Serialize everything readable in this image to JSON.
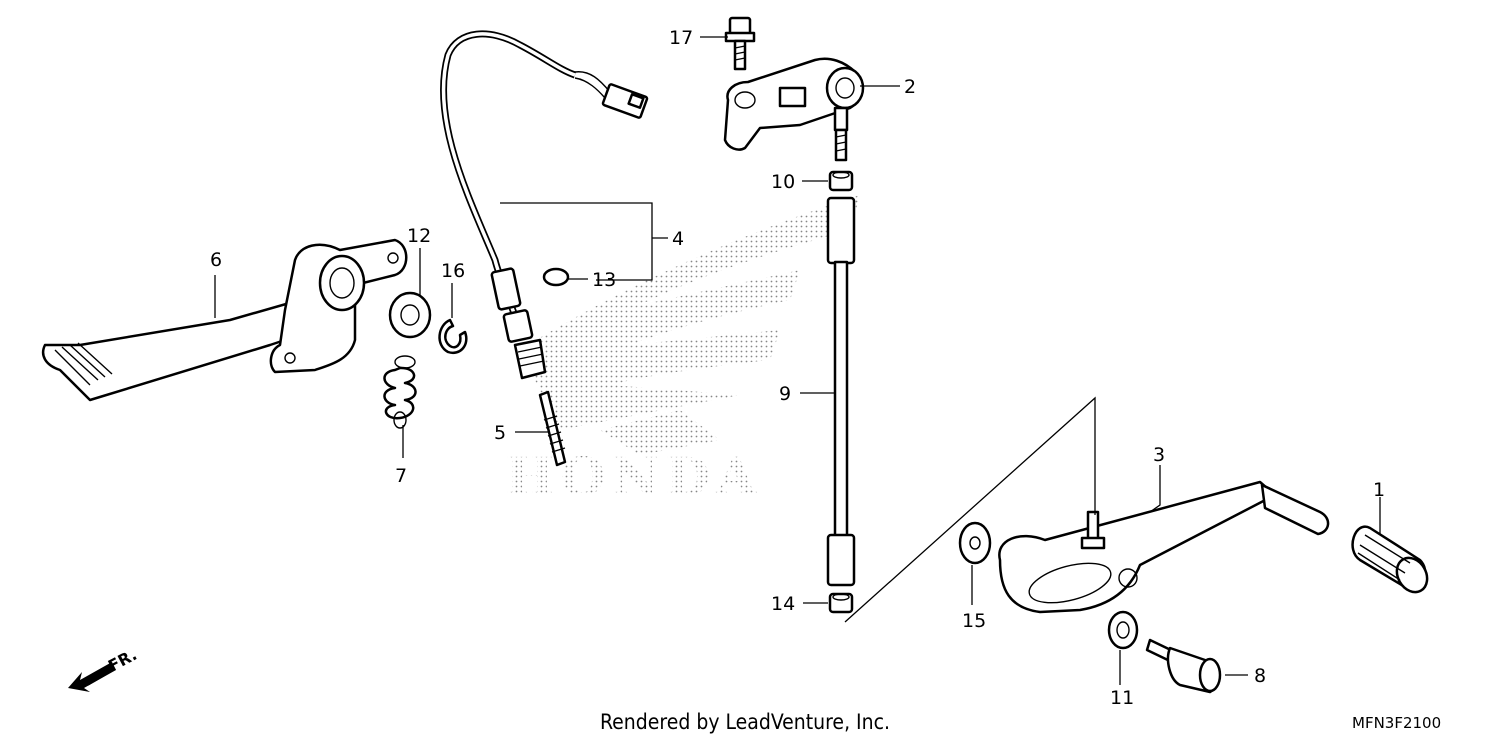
{
  "diagram": {
    "callouts": [
      {
        "id": "1",
        "label": "1"
      },
      {
        "id": "2",
        "label": "2"
      },
      {
        "id": "3",
        "label": "3"
      },
      {
        "id": "4",
        "label": "4"
      },
      {
        "id": "5",
        "label": "5"
      },
      {
        "id": "6",
        "label": "6"
      },
      {
        "id": "7",
        "label": "7"
      },
      {
        "id": "8",
        "label": "8"
      },
      {
        "id": "9",
        "label": "9"
      },
      {
        "id": "10",
        "label": "10"
      },
      {
        "id": "11",
        "label": "11"
      },
      {
        "id": "12",
        "label": "12"
      },
      {
        "id": "13",
        "label": "13"
      },
      {
        "id": "14",
        "label": "14"
      },
      {
        "id": "15",
        "label": "15"
      },
      {
        "id": "16",
        "label": "16"
      },
      {
        "id": "17",
        "label": "17"
      }
    ],
    "front_indicator": "FR.",
    "watermark": "HONDA",
    "credit": "Rendered by LeadVenture, Inc.",
    "diagram_code": "MFN3F2100"
  }
}
